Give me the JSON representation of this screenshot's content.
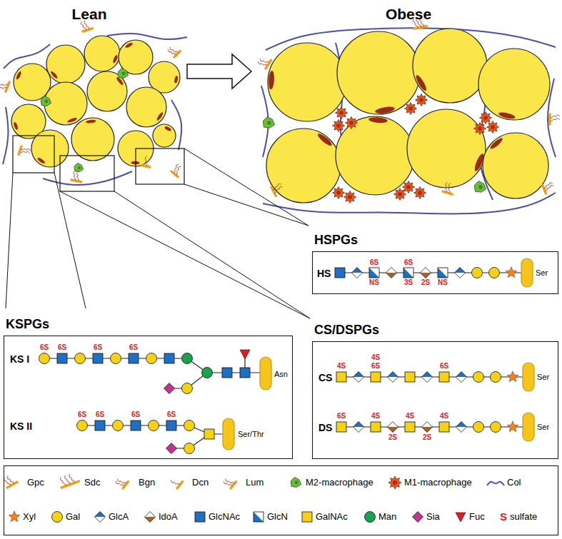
{
  "diagram": {
    "nodes": [
      {
        "text": [
          "HSPGs",
          "HS"
        ]
      },
      {
        "text": [
          "KSPGs",
          "KS I",
          "KS II"
        ]
      },
      {
        "text": [
          "CS/DSPGs",
          "CS",
          "DS"
        ]
      }
    ],
    "labels": [
      "Lean",
      "Obese",
      "6S",
      "NS",
      "6S",
      "3S",
      "2S",
      "NS",
      "Ser",
      "6S",
      "6S",
      "6S",
      "6S",
      "Asn",
      "6S",
      "6S",
      "6S",
      "6S",
      "Ser/Thr",
      "4S",
      "4S",
      "6S",
      "6S",
      "Ser",
      "6S",
      "4S",
      "4S",
      "4S",
      "2S",
      "2S",
      "Ser",
      "S"
    ],
    "legend": [
      {
        "text": "Gpc"
      },
      {
        "text": "Sdc"
      },
      {
        "text": "Bgn"
      },
      {
        "text": "Dcn"
      },
      {
        "text": "Lum"
      },
      {
        "text": "M2-macrophage"
      },
      {
        "text": "M1-macrophage"
      },
      {
        "text": "Col"
      },
      {
        "text": "Xyl"
      },
      {
        "text": "Gal"
      },
      {
        "text": "GlcA"
      },
      {
        "text": "IdoA"
      },
      {
        "text": "GlcNAc"
      },
      {
        "text": "GlcN"
      },
      {
        "text": "GalNAc"
      },
      {
        "text": "Man"
      },
      {
        "text": "Sia"
      },
      {
        "text": "Fuc"
      },
      {
        "text": "sulfate"
      }
    ]
  }
}
